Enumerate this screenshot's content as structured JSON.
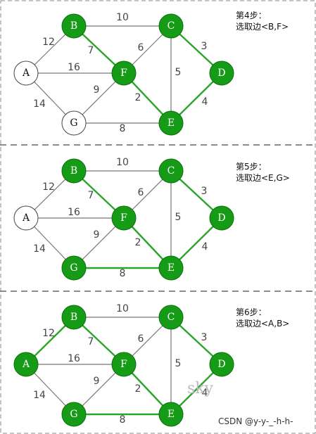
{
  "nodes": [
    "A",
    "B",
    "C",
    "D",
    "E",
    "F",
    "G"
  ],
  "edges": [
    {
      "from": "A",
      "to": "B",
      "weight": "12"
    },
    {
      "from": "A",
      "to": "F",
      "weight": "16"
    },
    {
      "from": "A",
      "to": "G",
      "weight": "14"
    },
    {
      "from": "B",
      "to": "C",
      "weight": "10"
    },
    {
      "from": "B",
      "to": "F",
      "weight": "7"
    },
    {
      "from": "C",
      "to": "F",
      "weight": "6"
    },
    {
      "from": "C",
      "to": "E",
      "weight": "5"
    },
    {
      "from": "C",
      "to": "D",
      "weight": "3"
    },
    {
      "from": "F",
      "to": "G",
      "weight": "9"
    },
    {
      "from": "F",
      "to": "E",
      "weight": "2"
    },
    {
      "from": "G",
      "to": "E",
      "weight": "8"
    },
    {
      "from": "D",
      "to": "E",
      "weight": "4"
    }
  ],
  "panels": [
    {
      "step_title": "第4步：",
      "step_desc": "选取边<B,F>",
      "selected_nodes": [
        "B",
        "C",
        "D",
        "E",
        "F"
      ],
      "selected_edges": [
        "B-F",
        "C-D",
        "D-E",
        "F-E"
      ]
    },
    {
      "step_title": "第5步：",
      "step_desc": "选取边<E,G>",
      "selected_nodes": [
        "B",
        "C",
        "D",
        "E",
        "F",
        "G"
      ],
      "selected_edges": [
        "B-F",
        "C-D",
        "D-E",
        "F-E",
        "G-E"
      ]
    },
    {
      "step_title": "第6步：",
      "step_desc": "选取边<A,B>",
      "selected_nodes": [
        "A",
        "B",
        "C",
        "D",
        "E",
        "F",
        "G"
      ],
      "selected_edges": [
        "A-B",
        "B-F",
        "C-D",
        "D-E",
        "F-E",
        "G-E"
      ]
    }
  ],
  "watermark": "sky",
  "csdn_mark": "CSDN @y-y-_-h-h-",
  "colors": {
    "selected_fill": "#169b16",
    "selected_edge": "#2aa52a",
    "edge": "#777777"
  }
}
